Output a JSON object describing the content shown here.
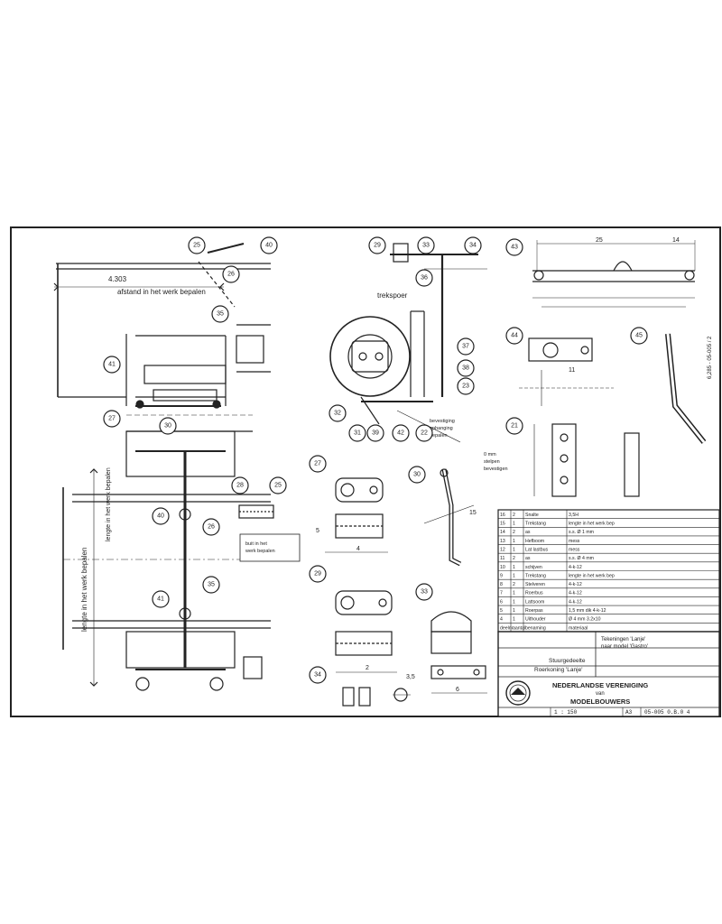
{
  "sheet": {
    "annotations": {
      "afstand": "afstand in het werk bepalen",
      "lengte_boven": "lengte in het werk bepalen",
      "lengte_links": "lengte in het werk bepalen",
      "trekspoer": "trekspoer",
      "dim_4303": "4.303",
      "dim_25": "25",
      "dim_14": "14",
      "dim_11": "11",
      "dim_4": "4",
      "dim_2": "2",
      "dim_35": "3,5",
      "dim_6": "6",
      "dim_5": "5",
      "dim_15": "15",
      "side_code": "6,285 - 05-005 / 2"
    },
    "callouts": [
      "25",
      "40",
      "26",
      "35",
      "41",
      "27",
      "30",
      "29",
      "33",
      "34",
      "36",
      "37",
      "38",
      "23",
      "32",
      "31",
      "39",
      "42",
      "22",
      "43",
      "44",
      "45",
      "21",
      "28"
    ],
    "parts_table": {
      "rows": [
        [
          "16",
          "2",
          "Snalte",
          "3,5H"
        ],
        [
          "15",
          "1",
          "Trekstang",
          "lengte in het werk bep"
        ],
        [
          "14",
          "2",
          "as",
          "s.s.  Ø 1 mm"
        ],
        [
          "13",
          "1",
          "Hefboom",
          "mess"
        ],
        [
          "12",
          "1",
          "Lat lastbus",
          "mess"
        ],
        [
          "11",
          "2",
          "as",
          "s.s.  Ø 4 mm"
        ],
        [
          "10",
          "1",
          "schijven",
          "4-k-12"
        ],
        [
          "9",
          "1",
          "Trekstang",
          "lengte in het werk bep"
        ],
        [
          "8",
          "2",
          "Stelveren",
          "4-k-12"
        ],
        [
          "7",
          "1",
          "Roerbus",
          "4-k-12"
        ],
        [
          "6",
          "1",
          "Lattsoom",
          "4-k-12"
        ],
        [
          "5",
          "1",
          "Roerpas",
          "1,5 mm dik  4-k-12"
        ],
        [
          "4",
          "1",
          "Uithouder",
          "Ø 4 mm  3.2x10"
        ]
      ],
      "header": [
        "deelnr",
        "aantal",
        "benaming",
        "materiaal"
      ]
    },
    "title_block": {
      "title_line1": "Stuurgedeelte",
      "title_line2": "Roerkoning 'Lanje'",
      "project_line1": "Tekeningen 'Lanje'",
      "project_line2": "naar model 'Gastro'",
      "org_line1": "NEDERLANDSE VERENIGING",
      "org_line2": "van",
      "org_line3": "MODELBOUWERS",
      "scale": "1 : 150",
      "sheet_no": "05-005  0.B.0 4",
      "format": "A3"
    }
  }
}
